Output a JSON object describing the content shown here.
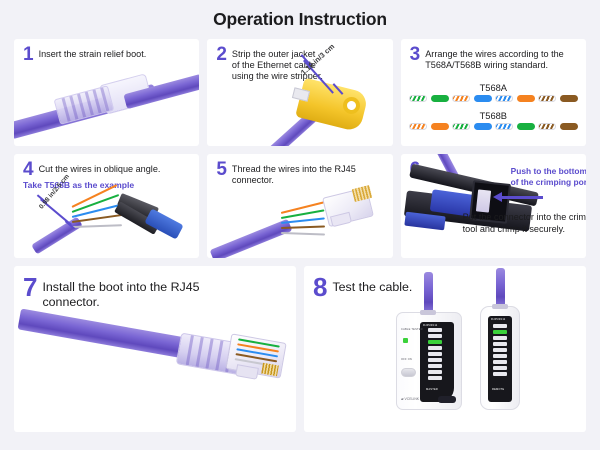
{
  "title": "Operation Instruction",
  "theme": {
    "background": "#f2f2f7",
    "panel": "#ffffff",
    "accent_purple": "#5b4ccd",
    "text": "#1c1c1e",
    "cable_purple": "#7a66d4",
    "tool_yellow": "#f4c52a",
    "led_green": "#3ad13a"
  },
  "steps": [
    {
      "number": "1",
      "text": "Insert the strain relief boot.",
      "art": "cable-with-strain-relief-boot"
    },
    {
      "number": "2",
      "text": "Strip the outer jacket of the Ethernet cable using the wire stripper.",
      "measurement": "1.18 in/3 cm",
      "art": "wire-stripper-on-cable"
    },
    {
      "number": "3",
      "text": "Arrange the wires according to the T568A/T568B wiring standard.",
      "standards": [
        {
          "name": "T568A",
          "wires": [
            {
              "label": "green-white",
              "style": "st-g"
            },
            {
              "label": "green",
              "style": "solid-g"
            },
            {
              "label": "orange-white",
              "style": "st-o"
            },
            {
              "label": "blue",
              "style": "solid-b"
            },
            {
              "label": "blue-white",
              "style": "st-b"
            },
            {
              "label": "orange",
              "style": "solid-o"
            },
            {
              "label": "brown-white",
              "style": "st-br"
            },
            {
              "label": "brown",
              "style": "solid-br"
            }
          ]
        },
        {
          "name": "T568B",
          "wires": [
            {
              "label": "orange-white",
              "style": "st-o"
            },
            {
              "label": "orange",
              "style": "solid-o"
            },
            {
              "label": "green-white",
              "style": "st-g"
            },
            {
              "label": "blue",
              "style": "solid-b"
            },
            {
              "label": "blue-white",
              "style": "st-b"
            },
            {
              "label": "green",
              "style": "solid-g"
            },
            {
              "label": "brown-white",
              "style": "st-br"
            },
            {
              "label": "brown",
              "style": "solid-br"
            }
          ]
        }
      ]
    },
    {
      "number": "4",
      "text": "Cut the wires in oblique angle.",
      "subtext": "Take T568B as the example",
      "measurement": "0.98 in/2.5 cm",
      "art": "cutting-wires-with-plier"
    },
    {
      "number": "5",
      "text": "Thread the wires into the RJ45 connector.",
      "art": "wires-into-rj45-connector"
    },
    {
      "number": "6",
      "text_purple": "Push to the bottom of the crimping port.",
      "text_black": "Put the connector into the crimp tool and crimp it securely.",
      "art": "crimping-tool"
    },
    {
      "number": "7",
      "text": "Install the boot into the RJ45 connector.",
      "art": "boot-installed-on-rj45"
    },
    {
      "number": "8",
      "text": "Test the cable.",
      "art": "cable-tester",
      "tester": {
        "master_label": "MASTER",
        "remote_label": "REMOTE",
        "brand": "CABLE TESTER",
        "port_label": "RJ45/RJ11",
        "power_label": "OFF ON",
        "led_count": 9,
        "master_active_led": 3,
        "remote_active_led": 2
      }
    }
  ]
}
